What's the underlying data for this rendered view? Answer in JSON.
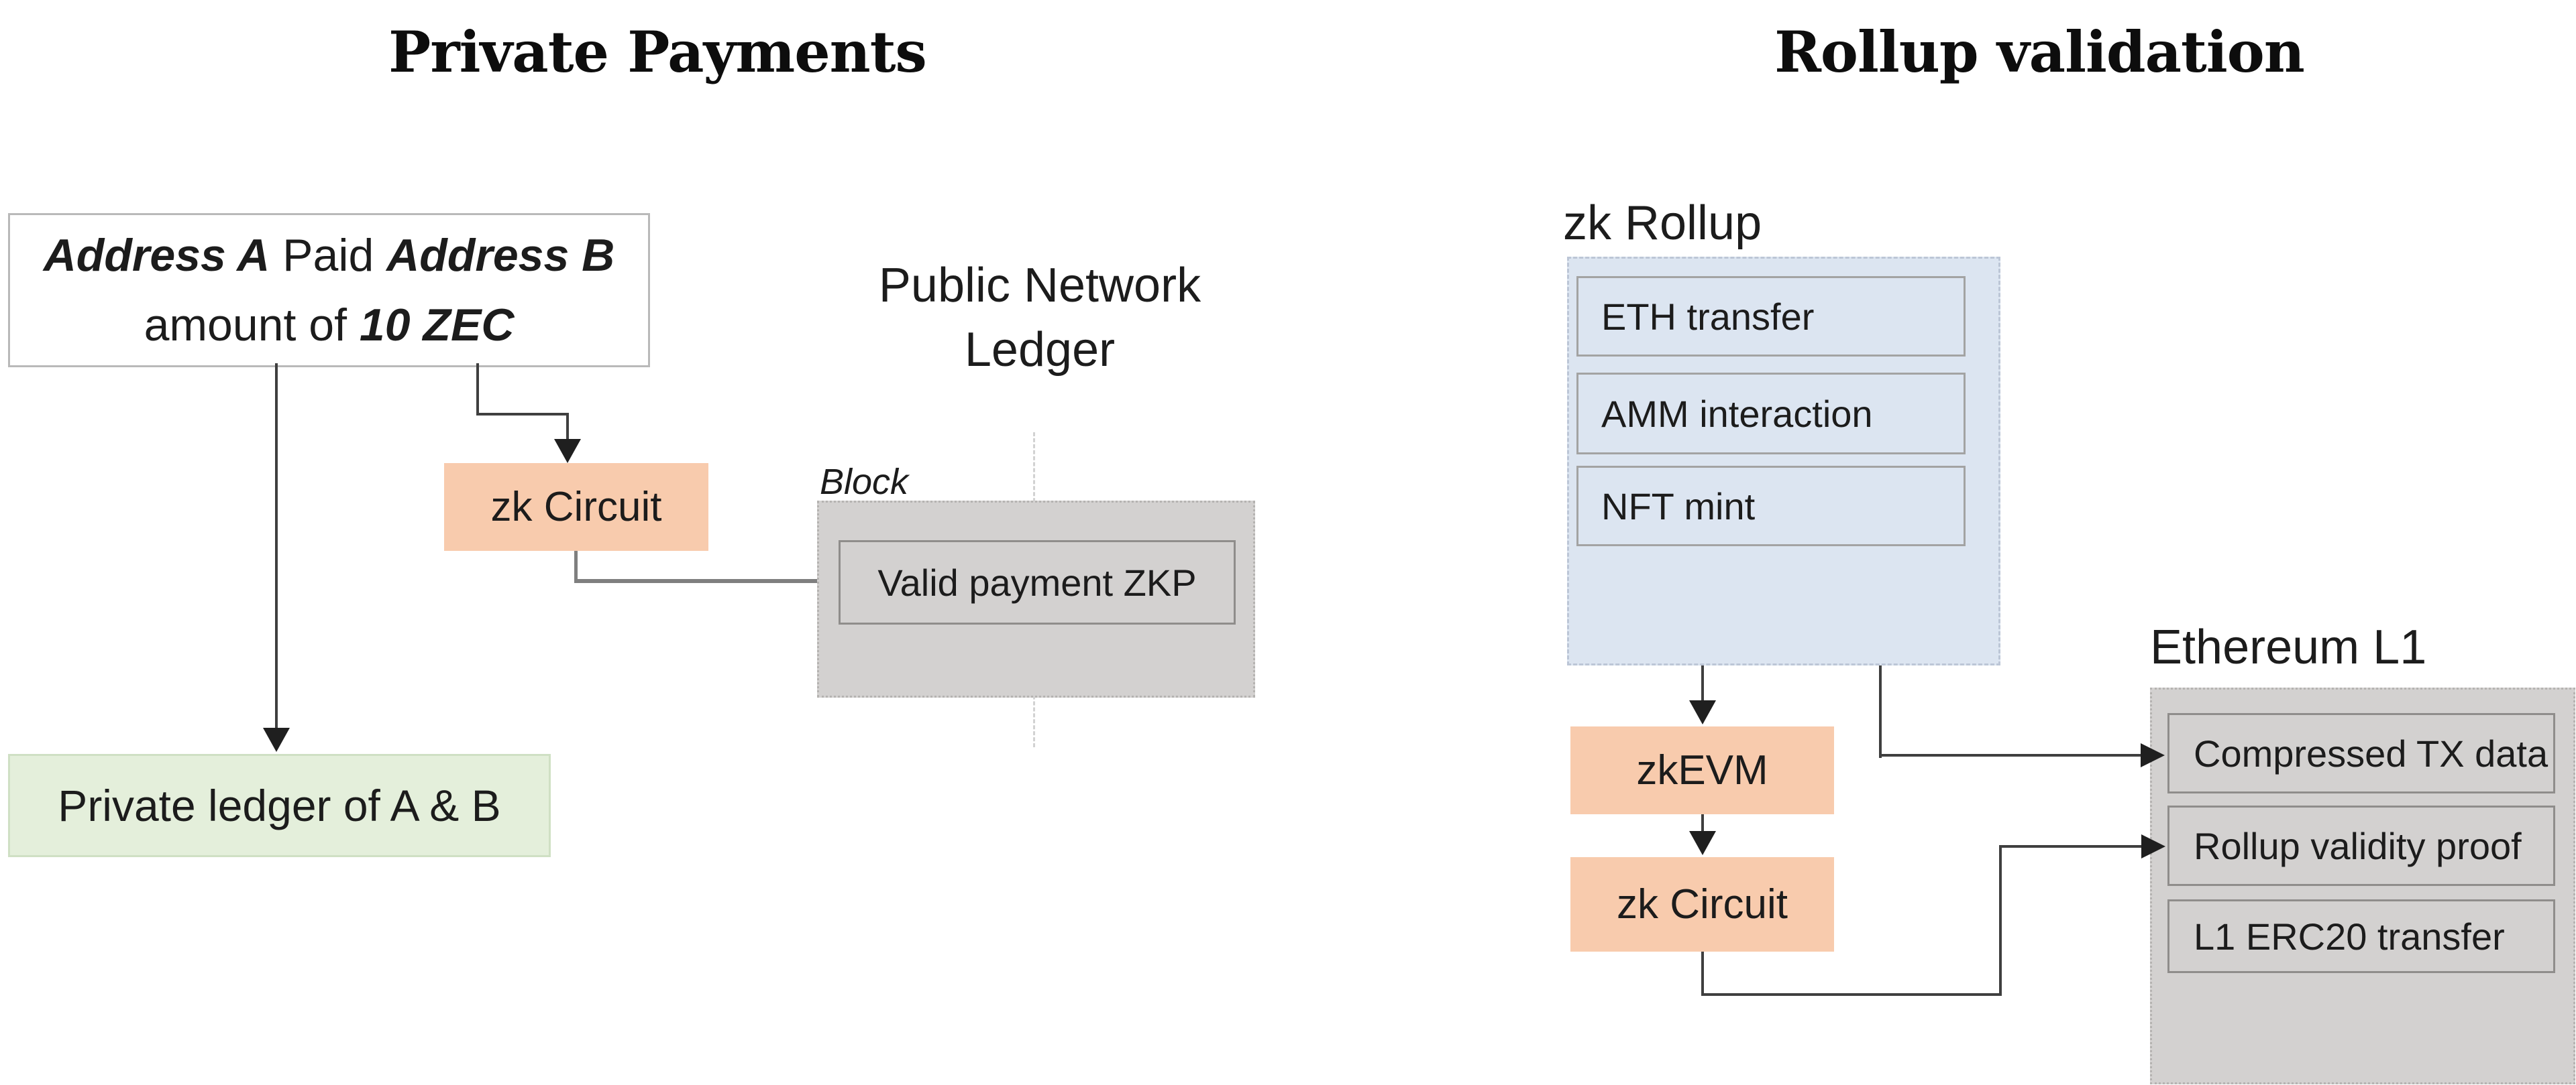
{
  "diagram": {
    "left": {
      "title": "Private Payments",
      "payment_box": {
        "address_a": "Address A",
        "paid": " Paid ",
        "address_b": "Address B",
        "amount_prefix": "amount of ",
        "amount": "10 ZEC"
      },
      "zk_circuit_label": "zk Circuit",
      "network_label_line1": "Public Network",
      "network_label_line2": "Ledger",
      "block_label": "Block",
      "valid_payment_label": "Valid payment ZKP",
      "private_ledger_label": "Private ledger of A & B"
    },
    "right": {
      "title": "Rollup validation",
      "zk_rollup_label": "zk Rollup",
      "rollup_items": [
        "ETH transfer",
        "AMM interaction",
        "NFT mint"
      ],
      "zkevm_label": "zkEVM",
      "zk_circuit_label": "zk Circuit",
      "ethereum_l1_label": "Ethereum L1",
      "l1_items": [
        "Compressed TX data",
        "Rollup validity proof",
        "L1 ERC20 transfer"
      ]
    }
  },
  "colors": {
    "peach": "#f8cbad",
    "blue": "#dce5f1",
    "green": "#e4efdb",
    "gray": "#d3d1d0",
    "line": "#3f3f3f",
    "head": "#1f1f1f",
    "grayline": "#7f7f7f",
    "borderlight": "#b9b9b9",
    "innerborder": "#8f8d8b",
    "blueinner": "#a3a3a3",
    "greenborder": "#cfe0c4",
    "dottedborder": "#b5b3b1",
    "blueborder": "#bcc6d6",
    "guide": "#d2d2d2"
  }
}
